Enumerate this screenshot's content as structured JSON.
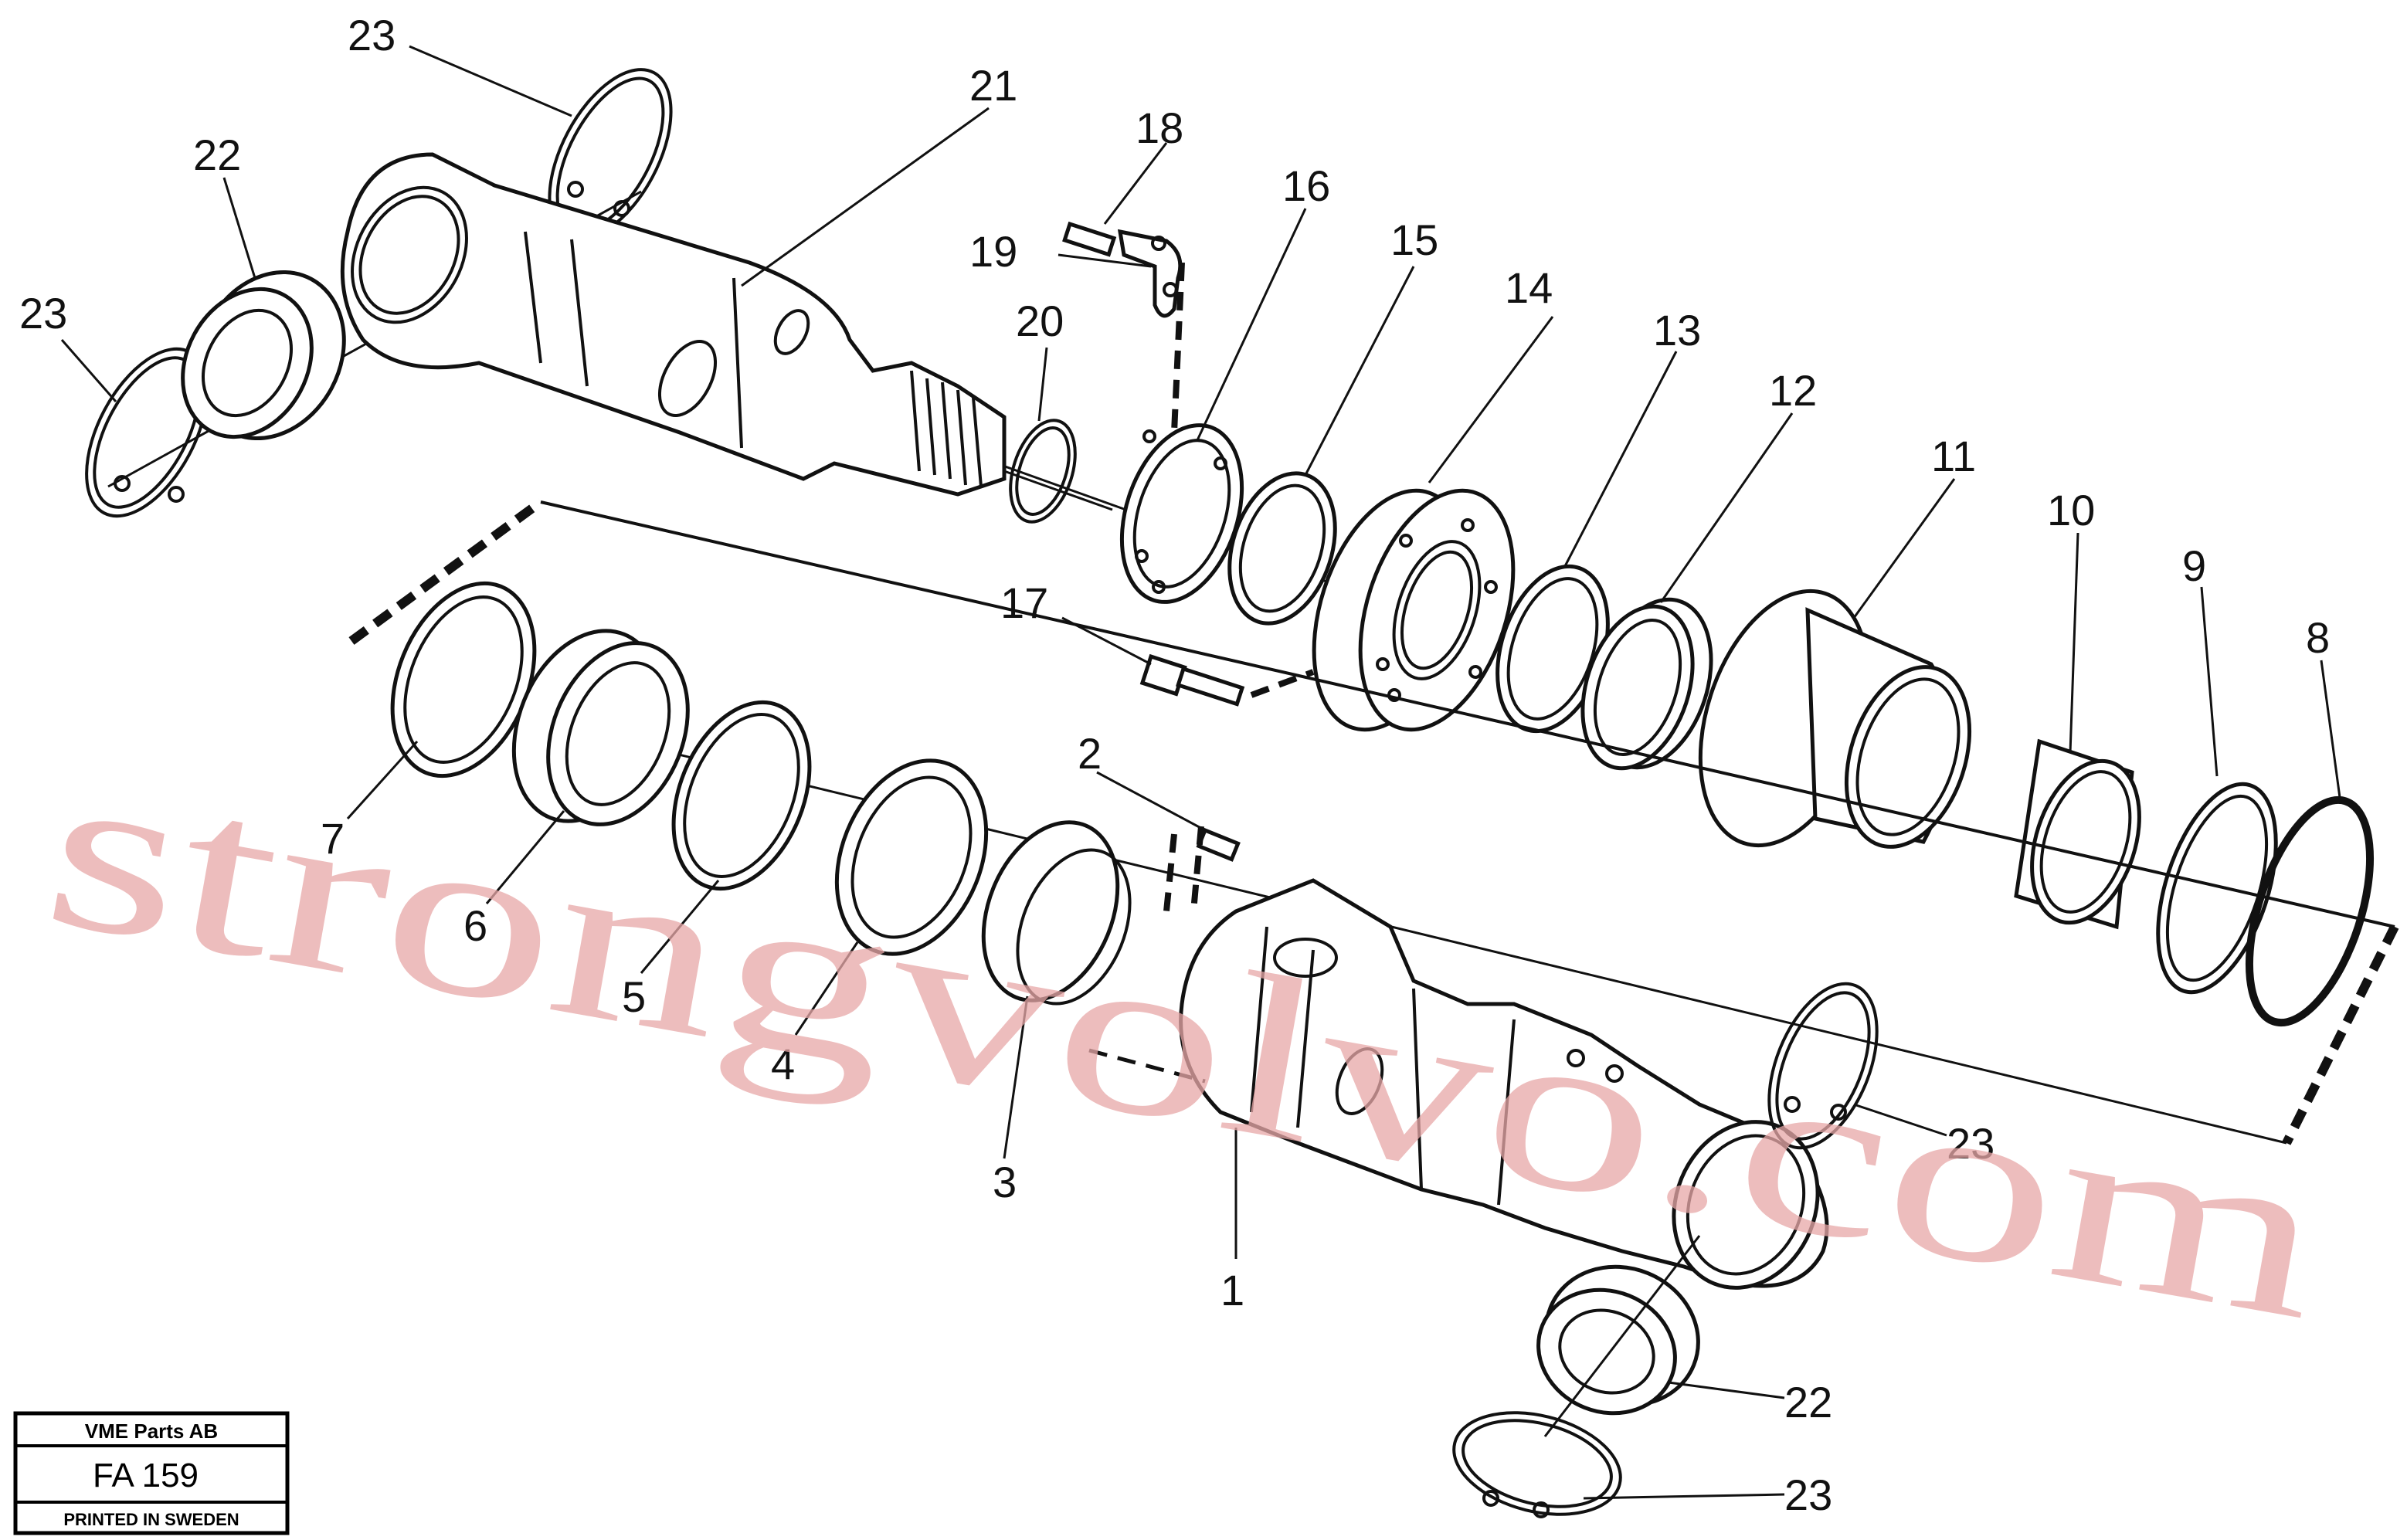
{
  "title_block": {
    "company": "VME Parts AB",
    "figure_code": "FA 159",
    "origin": "PRINTED IN SWEDEN"
  },
  "watermark": "strongvolvo.com",
  "callouts": [
    {
      "id": "c23a",
      "text": "23"
    },
    {
      "id": "c22a",
      "text": "22"
    },
    {
      "id": "c23b",
      "text": "23"
    },
    {
      "id": "c21",
      "text": "21"
    },
    {
      "id": "c18",
      "text": "18"
    },
    {
      "id": "c19",
      "text": "19"
    },
    {
      "id": "c16",
      "text": "16"
    },
    {
      "id": "c15",
      "text": "15"
    },
    {
      "id": "c20",
      "text": "20"
    },
    {
      "id": "c14",
      "text": "14"
    },
    {
      "id": "c13",
      "text": "13"
    },
    {
      "id": "c12",
      "text": "12"
    },
    {
      "id": "c11",
      "text": "11"
    },
    {
      "id": "c10",
      "text": "10"
    },
    {
      "id": "c9",
      "text": "9"
    },
    {
      "id": "c8",
      "text": "8"
    },
    {
      "id": "c17",
      "text": "17"
    },
    {
      "id": "c2",
      "text": "2"
    },
    {
      "id": "c7",
      "text": "7"
    },
    {
      "id": "c6",
      "text": "6"
    },
    {
      "id": "c5",
      "text": "5"
    },
    {
      "id": "c4",
      "text": "4"
    },
    {
      "id": "c3",
      "text": "3"
    },
    {
      "id": "c1",
      "text": "1"
    },
    {
      "id": "c23c",
      "text": "23"
    },
    {
      "id": "c22b",
      "text": "22"
    },
    {
      "id": "c23d",
      "text": "23"
    }
  ]
}
